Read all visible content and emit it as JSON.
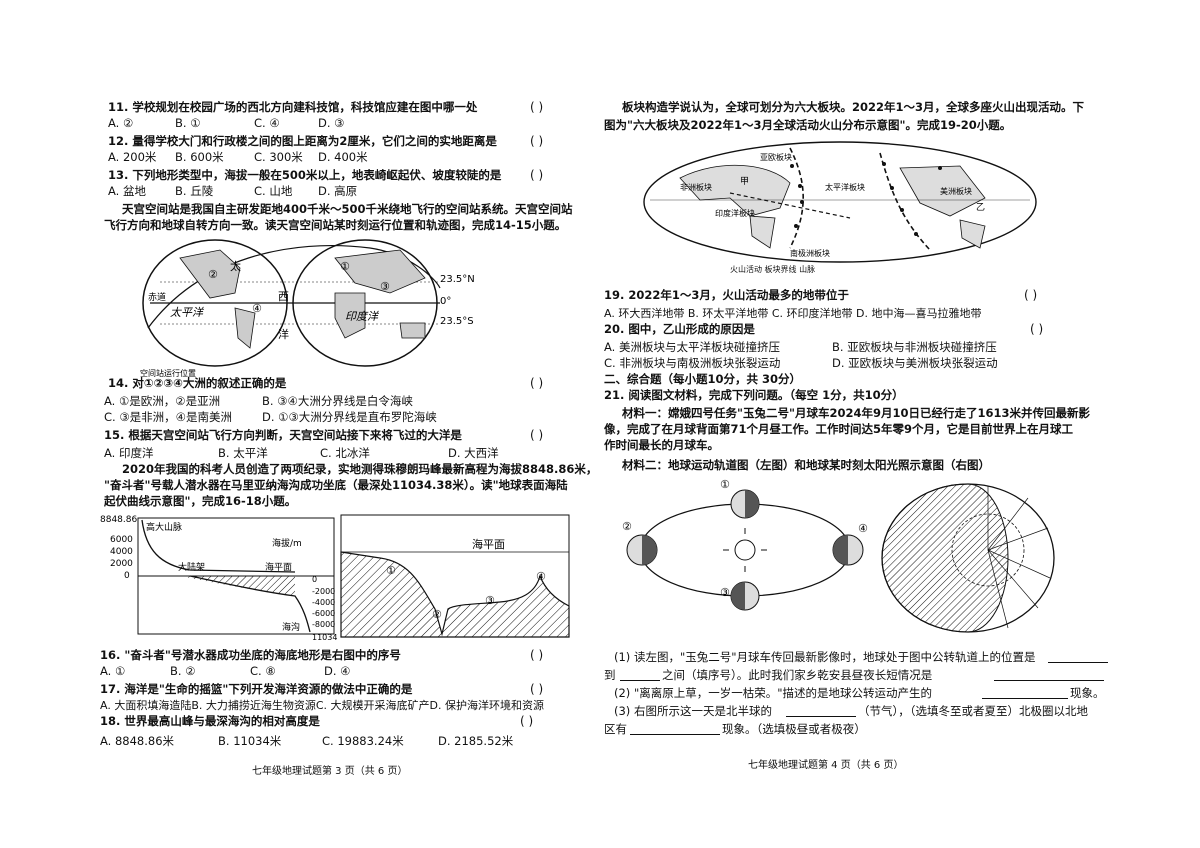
{
  "left": {
    "q11": "11. 学校规划在校园广场的西北方向建科技馆，科技馆应建在图中哪一处",
    "q11_opts": [
      "A. ②",
      "B. ①",
      "C. ④",
      "D. ③"
    ],
    "q12": "12. 量得学校大门和行政楼之间的图上距离为2厘米，它们之间的实地距离是",
    "q12_opts": [
      "A. 200米",
      "B. 600米",
      "C. 300米",
      "D. 400米"
    ],
    "q13": "13. 下列地形类型中，海拔一般在500米以上，地表崎岖起伏、坡度较陡的是",
    "q13_opts": [
      "A. 盆地",
      "B. 丘陵",
      "C. 山地",
      "D. 高原"
    ],
    "intro14_1": "天宫空间站是我国自主研发距地400千米～500千米绕地飞行的空间站系统。天宫空间站",
    "intro14_2": "飞行方向和地球自转方向一致。读天宫空间站某时刻运行位置和轨迹图，完成14-15小题。",
    "globe_labels": {
      "tai": "太",
      "xi": "西",
      "yang": "洋",
      "pacific": "太平洋",
      "indian": "印度洋",
      "chidao": "赤道",
      "lat_n": "23.5°N",
      "lat_0": "0°",
      "lat_s": "23.5°S",
      "c1": "①",
      "c2": "②",
      "c3": "③",
      "c4": "④",
      "caption": "空间站运行位置"
    },
    "q14": "14. 对①②③④大洲的叙述正确的是",
    "q14_opts": [
      "A. ①是欧洲，②是亚洲",
      "B. ③④大洲分界线是白令海峡",
      "C. ③是非洲，④是南美洲",
      "D. ①③大洲分界线是直布罗陀海峡"
    ],
    "q15": "15. 根据天宫空间站飞行方向判断，天宫空间站接下来将飞过的大洋是",
    "q15_opts": [
      "A. 印度洋",
      "B. 太平洋",
      "C. 北冰洋",
      "D. 大西洋"
    ],
    "intro16_1": "2020年我国的科考人员创造了两项纪录，实地测得珠穆朗玛峰最新高程为海拔8848.86米，",
    "intro16_2": "\"奋斗者\"号载人潜水器在马里亚纳海沟成功坐底（最深处11034.38米）。读\"地球表面海陆",
    "intro16_3": "起伏曲线示意图\"，完成16-18小题。",
    "curve": {
      "top": "8848.86",
      "y6000": "6000",
      "y4000": "4000",
      "y2000": "2000",
      "y0": "0",
      "peak": "高大山脉",
      "shelf": "大陆架",
      "sealevel": "海平面",
      "altitude": "海拔/m",
      "d0": "0",
      "d2000": "-2000",
      "d4000": "-4000",
      "d6000": "-6000",
      "d8000": "-8000",
      "d11034": "11034",
      "trench": "海沟"
    },
    "seafloor": {
      "sealevel": "海平面",
      "c1": "①",
      "c2": "②",
      "c3": "③",
      "c4": "④"
    },
    "q16": "16. \"奋斗者\"号潜水器成功坐底的海底地形是右图中的序号",
    "q16_opts": [
      "A. ①",
      "B. ②",
      "C. ⑧",
      "D. ④"
    ],
    "q17": "17. 海洋是\"生命的摇篮\"下列开发海洋资源的做法中正确的是",
    "q17_opts": "A. 大面积填海造陆B. 大力捕捞近海生物资源C. 大规模开采海底矿产D. 保护海洋环境和资源",
    "q18": "18. 世界最高山峰与最深海沟的相对高度是",
    "q18_opts": [
      "A. 8848.86米",
      "B. 11034米",
      "C. 19883.24米",
      "D. 2185.52米"
    ],
    "paren": "(        )",
    "footer": "七年级地理试题第 3 页（共 6 页）"
  },
  "right": {
    "intro19_1": "板块构造学说认为，全球可划分为六大板块。2022年1～3月，全球多座火山出现活动。下",
    "intro19_2": "图为\"六大板块及2022年1～3月全球活动火山分布示意图\"。完成19-20小题。",
    "plate_labels": {
      "eurasia": "亚欧板块",
      "pacific": "太平洋板块",
      "africa": "非洲板块",
      "indo": "印度洋板块",
      "america": "美洲板块",
      "antarctic": "南极洲板块",
      "jia": "甲",
      "yi": "乙",
      "legend": "火山活动   板块界线   山脉"
    },
    "q19": "19. 2022年1～3月，火山活动最多的地带位于",
    "q19_opts": "A. 环大西洋地带  B. 环太平洋地带  C. 环印度洋地带  D. 地中海—喜马拉雅地带",
    "q20": "20. 图中，乙山形成的原因是",
    "q20_opts": [
      "A. 美洲板块与太平洋板块碰撞挤压",
      "B. 亚欧板块与非洲板块碰撞挤压",
      "C. 非洲板块与南极洲板块张裂运动",
      "D. 亚欧板块与美洲板块张裂运动"
    ],
    "section2": "二、综合题（每小题10分，共 30分）",
    "q21": "21. 阅读图文材料，完成下列问题。（每空 1分，共10分）",
    "m1_1": "材料一：嫦娥四号任务\"玉兔二号\"月球车2024年9月10日已经行走了1613米并传回最新影",
    "m1_2": "像，完成了在月球背面第71个月昼工作。工作时间达5年零9个月，它是目前世界上在月球工",
    "m1_3": "作时间最长的月球车。",
    "m2": "材料二：地球运动轨道图（左图）和地球某时刻太阳光照示意图（右图）",
    "orbit": {
      "c1": "①",
      "c2": "②",
      "c3": "③",
      "c4": "④"
    },
    "sub1_1": "(1) 读左图，\"玉兔二号\"月球车传回最新影像时，地球处于图中公转轨道上的位置是",
    "sub1_2a": "到",
    "sub1_2b": "之间（填序号）。此时我们家乡乾安县昼夜长短情况是",
    "sub2": "(2) \"离离原上草，一岁一枯荣。\"描述的是地球公转运动产生的",
    "sub2_end": "现象。",
    "sub3_1": "(3) 右图所示这一天是北半球的",
    "sub3_1b": "（节气），（选填冬至或者夏至）北极圈以北地",
    "sub3_2a": "区有",
    "sub3_2b": "现象。（选填极昼或者极夜）",
    "paren": "(        )",
    "footer": "七年级地理试题第 4 页（共 6 页）"
  }
}
